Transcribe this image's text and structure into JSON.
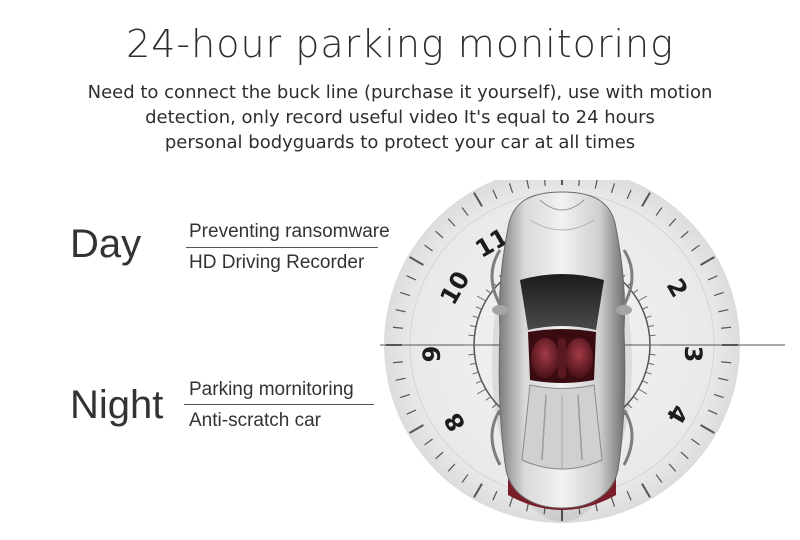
{
  "header": {
    "title": "24-hour parking monitoring",
    "subtitle_lines": [
      "Need to connect the buck line (purchase it yourself), use with motion",
      "detection, only record useful video It's equal to 24 hours",
      "personal bodyguards to protect your car at all times"
    ]
  },
  "day": {
    "label": "Day",
    "features": [
      "Preventing ransomware",
      "HD Driving Recorder"
    ]
  },
  "night": {
    "label": "Night",
    "features": [
      "Parking mornitoring",
      "Anti-scratch car"
    ]
  },
  "dial": {
    "numbers": [
      "11",
      "10",
      "2",
      "9",
      "3",
      "8",
      "4"
    ],
    "icon": "clock-dial-with-silver-convertible-car"
  },
  "colors": {
    "text": "#333333",
    "car_body": "#b9b9b9",
    "car_interior": "#6a1f28"
  }
}
